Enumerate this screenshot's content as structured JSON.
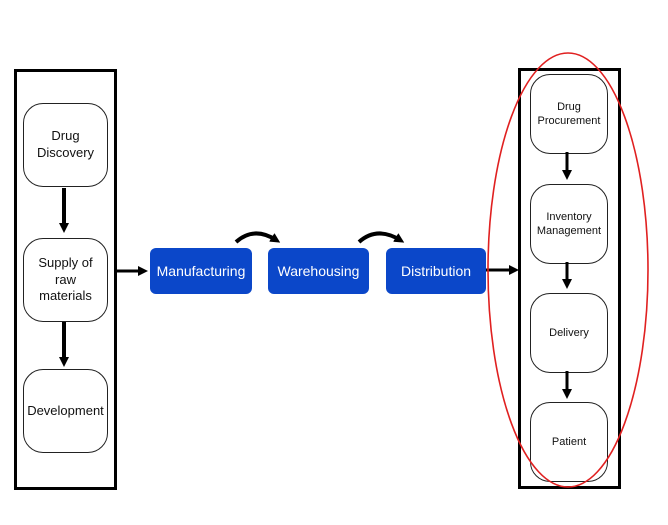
{
  "left_column": {
    "nodes": [
      "Drug\nDiscovery",
      "Supply of\nraw\nmaterials",
      "Development"
    ]
  },
  "flow": {
    "steps": [
      "Manufacturing",
      "Warehousing",
      "Distribution"
    ]
  },
  "right_column": {
    "nodes": [
      "Drug\nProcurement",
      "Inventory\nManagement",
      "Delivery",
      "Patient"
    ]
  },
  "colors": {
    "step_fill": "#0b47c9",
    "step_text": "#ffffff",
    "highlight_ellipse": "#e02020",
    "stroke": "#000000"
  }
}
